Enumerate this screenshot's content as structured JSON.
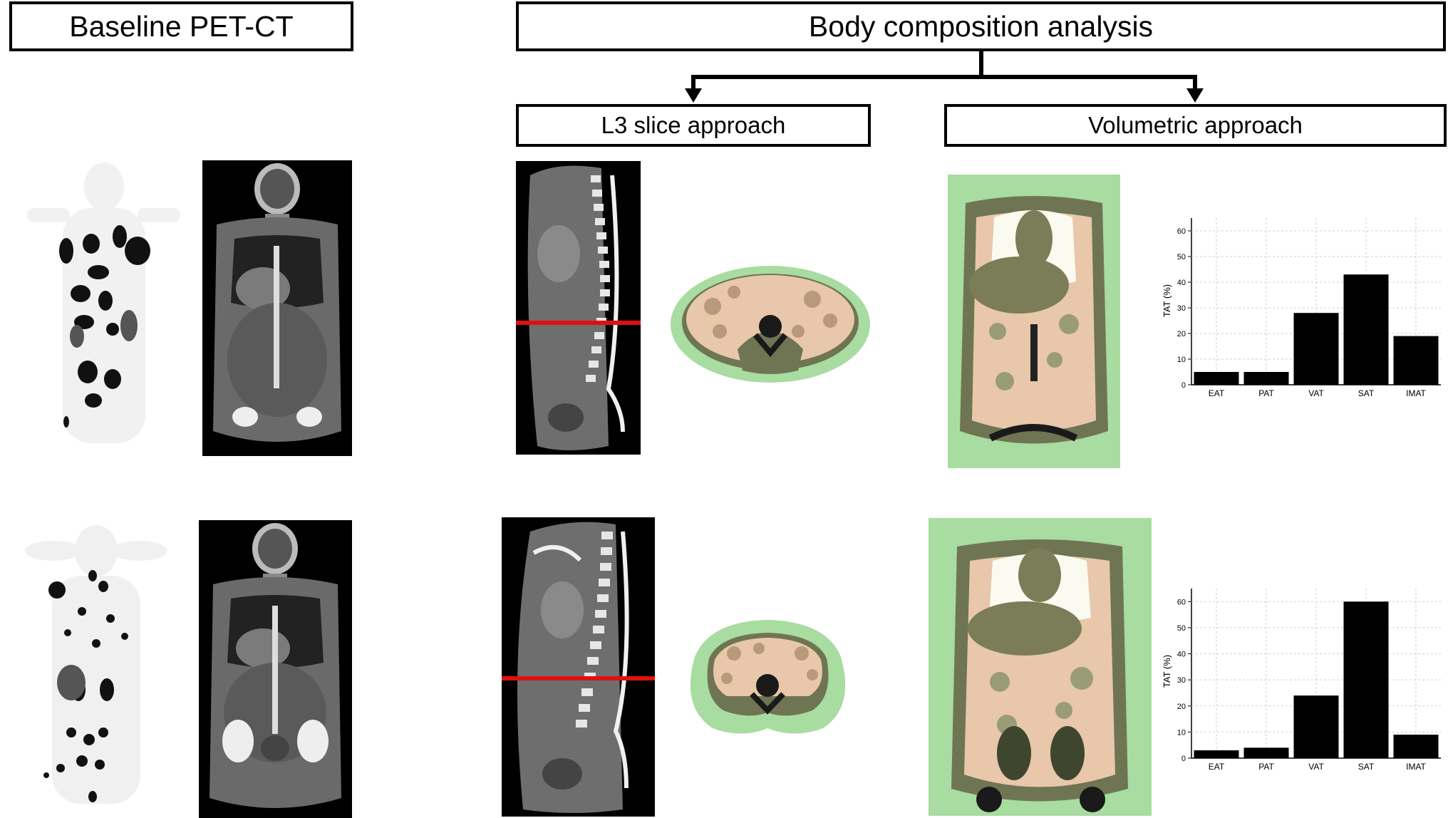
{
  "headers": {
    "baseline": "Baseline PET-CT",
    "body_comp": "Body composition analysis",
    "l3": "L3 slice approach",
    "volumetric": "Volumetric approach"
  },
  "colors": {
    "fat_green": "#a8dca0",
    "visceral_tan": "#e8c7aa",
    "muscle_olive": "#6f7552",
    "bone": "#f2f2f2",
    "marker_red": "#e01010",
    "bar_black": "#000000"
  },
  "chart_data": [
    {
      "type": "bar",
      "categories": [
        "EAT",
        "PAT",
        "VAT",
        "SAT",
        "IMAT"
      ],
      "values": [
        5,
        5,
        28,
        43,
        19
      ],
      "ylabel": "TAT (%)",
      "ylim": [
        0,
        65
      ],
      "yticks": [
        "0",
        "10",
        "20",
        "30",
        "40",
        "50",
        "60"
      ],
      "grid": true
    },
    {
      "type": "bar",
      "categories": [
        "EAT",
        "PAT",
        "VAT",
        "SAT",
        "IMAT"
      ],
      "values": [
        3,
        4,
        24,
        60,
        9
      ],
      "ylabel": "TAT (%)",
      "ylim": [
        0,
        65
      ],
      "yticks": [
        "0",
        "10",
        "20",
        "30",
        "40",
        "50",
        "60"
      ],
      "grid": true
    }
  ]
}
